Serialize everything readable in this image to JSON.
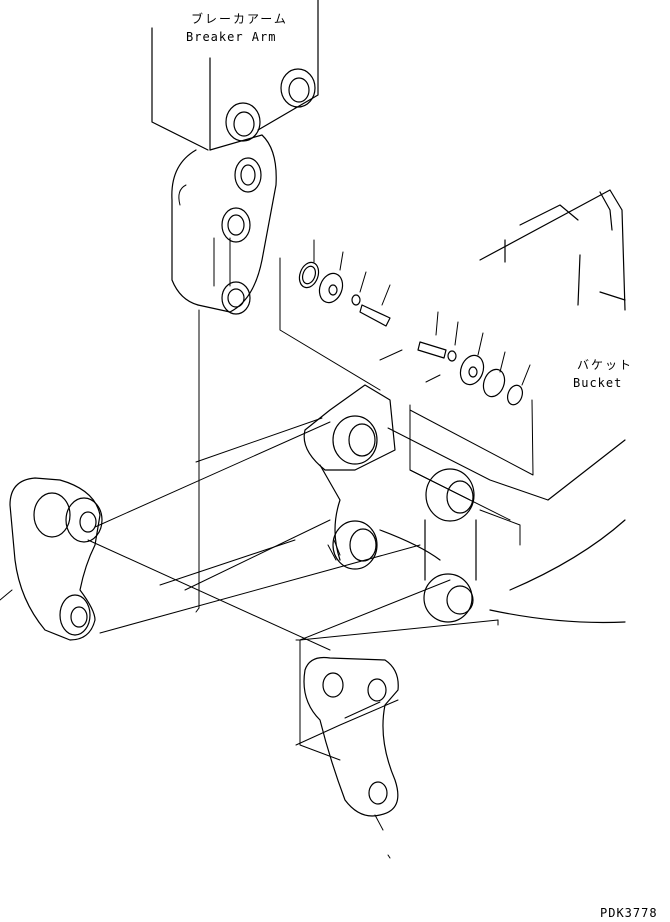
{
  "labels": {
    "breaker_arm_jp": "ブレーカアーム",
    "breaker_arm_en": "Breaker Arm",
    "bucket_jp": "バケット",
    "bucket_en": "Bucket",
    "drawing_code": "PDK3778"
  }
}
